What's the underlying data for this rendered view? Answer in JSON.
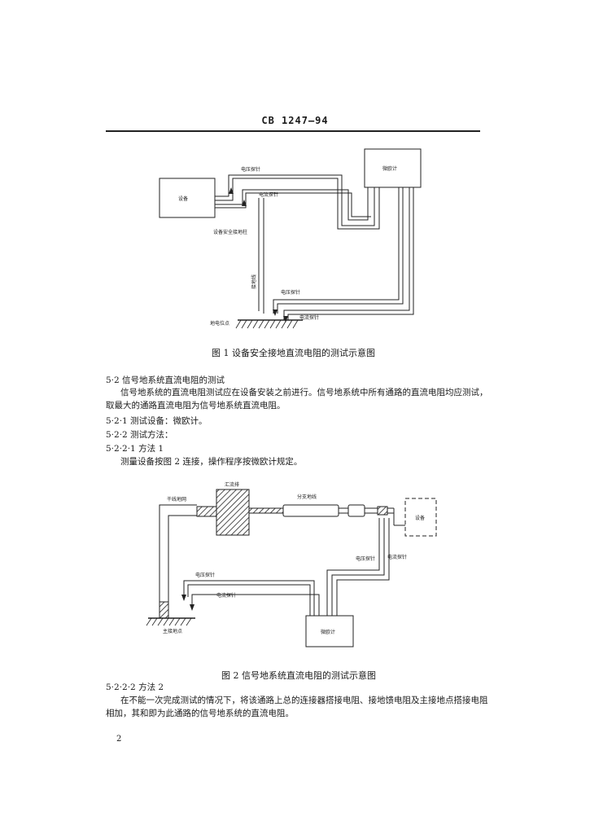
{
  "header": {
    "doc_code": "CB 1247—94"
  },
  "figure1": {
    "labels": {
      "equipment": "设备",
      "micro_ohmmeter": "微欧计",
      "voltage_probe_top": "电压探针",
      "current_probe_top": "电流探针",
      "safety_ground_terminal": "设备安全接地柱",
      "ground_wire": "接地线",
      "voltage_probe_bottom": "电压探针",
      "current_probe_bottom": "电流探针",
      "ground_point": "地电位点"
    },
    "caption": "图 1   设备安全接地直流电阻的测试示意图"
  },
  "section": {
    "heading": "5·2   信号地系统直流电阻的测试",
    "para1_line1": "信号地系统的直流电阻测试应在设备安装之前进行。信号地系统中所有通路的直流电阻均应测试，",
    "para1_line2": "取最大的通路直流电阻为信号地系统直流电阻。",
    "s5_2_1": "5·2·1   测试设备：微欧计。",
    "s5_2_2": "5·2·2   测试方法：",
    "s5_2_2_1": "5·2·2·1   方法 1",
    "s5_2_2_1_text": "测量设备按图 2 连接，操作程序按微欧计规定。"
  },
  "figure2": {
    "labels": {
      "ground_trunk": "干线地网",
      "bus_bar": "汇流排",
      "branch_cable": "分支地线",
      "equipment": "设备",
      "voltage_probe_right": "电压探针",
      "current_probe_right": "电流探针",
      "voltage_probe_left": "电压探针",
      "current_probe_left": "电流探针",
      "micro_ohmmeter": "微欧计",
      "ground_point": "主接地点"
    },
    "caption": "图 2   信号地系统直流电阻的测试示意图"
  },
  "method2": {
    "heading": "5·2·2·2   方法 2",
    "line1": "在不能一次完成测试的情况下，将该通路上总的连接器搭接电阻、接地馈电阻及主接地点搭接电阻",
    "line2": "相加，其和即为此通路的信号地系统的直流电阻。"
  },
  "footer": {
    "page_number": "2"
  }
}
